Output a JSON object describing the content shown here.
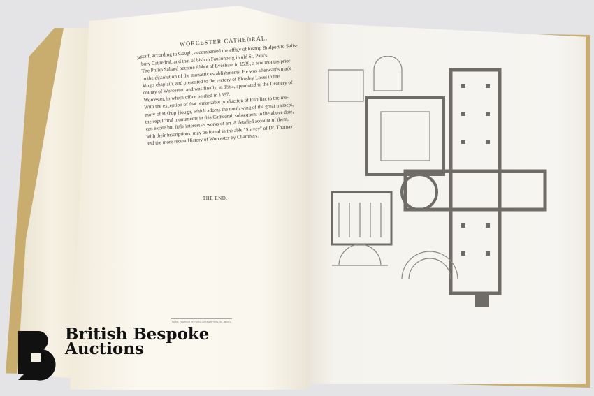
{
  "left_page": {
    "running_head": "WORCESTER CATHEDRAL.",
    "page_number": "30",
    "lines": [
      "staff, according to Gough, accompanied the effigy of bishop Bridport to Salis-",
      "bury Cathedral, and that of bishop Fauconberg in old St. Paul's.",
      "The Philip Sallard became Abbot of Evesham in 1539, a few months prior",
      "to the dissolution of the monastic establishments. He was afterwards made",
      "king's chaplain, and presented to the rectory of Elmsley Lovel in the",
      "county of Worcester, and was finally, in 1553, appointed to the Deanery of",
      "Worcester, in which office he died in 1557.",
      "With the exception of that remarkable production of Rubiliac to the me-",
      "mory of Bishop Hough, which adorns the north wing of the great transept,",
      "the sepulchral monuments in this Cathedral, subsequent to the above date,",
      "can excite but little interest as works of art. A detailed account of them,",
      "with their inscriptions, may be found in the able \"Survey\" of Dr. Thomas",
      "and the more recent History of Worcester by Chambers."
    ],
    "the_end": "THE END.",
    "imprint": "Taylor, Printed by W. Nicol, Cleveland-Row, St. James's."
  },
  "watermark": {
    "brand_line1": "British Bespoke",
    "brand_line2": "Auctions",
    "logo_color": "#111111"
  },
  "colors": {
    "cover": "#c9ad6e",
    "paper": "#f8f5ee",
    "plan_ink": "#6f6c68",
    "background": "#e4e3e6"
  }
}
